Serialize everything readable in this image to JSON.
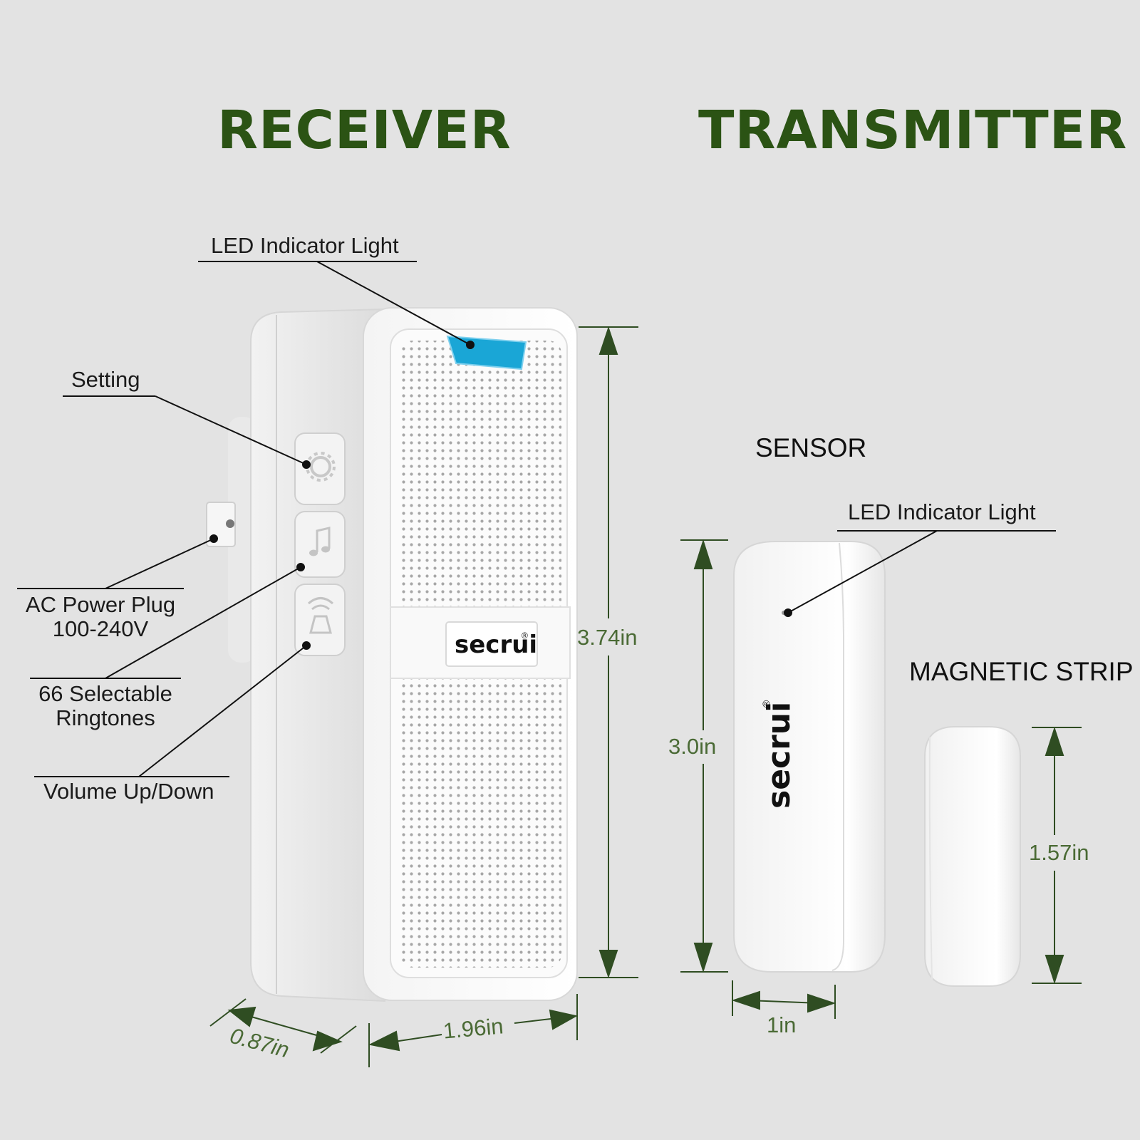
{
  "headings": {
    "receiver": "RECEIVER",
    "transmitter": "TRANSMITTER"
  },
  "receiver": {
    "brand": "secrui",
    "brand_mark": "®",
    "callouts": {
      "led": "LED Indicator Light",
      "setting": "Setting",
      "ac_line1": "AC Power Plug",
      "ac_line2": "100-240V",
      "ringtones_line1": "66 Selectable",
      "ringtones_line2": "Ringtones",
      "volume": "Volume Up/Down"
    },
    "dimensions": {
      "height": "3.74in",
      "width": "1.96in",
      "depth": "0.87in"
    },
    "icons": [
      "gear-icon",
      "music-note-icon",
      "volume-icon"
    ]
  },
  "transmitter": {
    "sensor_label": "SENSOR",
    "magnetic_label": "MAGNETIC STRIP",
    "brand": "secrui",
    "brand_mark": "®",
    "callouts": {
      "led": "LED Indicator Light"
    },
    "dimensions": {
      "sensor_height": "3.0in",
      "sensor_width": "1in",
      "strip_height": "1.57in"
    }
  },
  "colors": {
    "heading": "#2b5314",
    "dimension": "#4a6a35",
    "led": "#1aa6d6",
    "background": "#e3e3e3"
  }
}
